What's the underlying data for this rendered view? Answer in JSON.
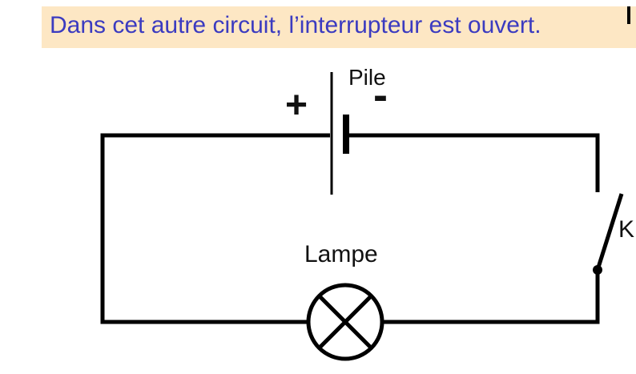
{
  "banner": {
    "text": "Dans cet autre circuit, l’interrupteur est ouvert."
  },
  "diagram": {
    "battery_label": "Pile",
    "plus_sign": "+",
    "minus_sign": "-",
    "lamp_label": "Lampe",
    "switch_label": "K",
    "switch_state": "open"
  },
  "colors": {
    "banner_background": "#fde7c4",
    "banner_text": "#3b3bc0",
    "wire": "#000000"
  }
}
